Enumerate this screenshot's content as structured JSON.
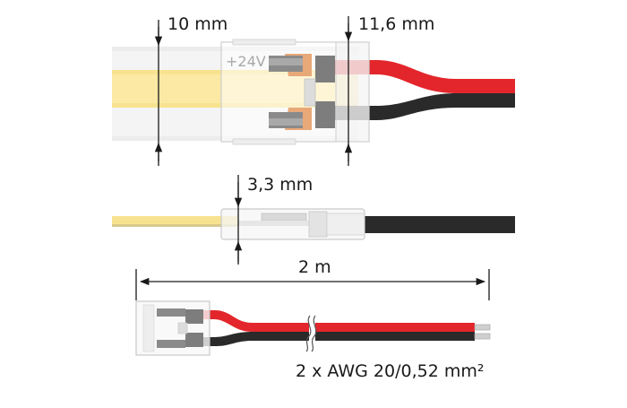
{
  "dimensions": {
    "strip_width": "10 mm",
    "connector_width": "11,6 mm",
    "connector_height": "3,3 mm",
    "cable_length": "2 m"
  },
  "connector": {
    "voltage_marking": "+24V"
  },
  "cable": {
    "spec": "2 x AWG 20/0,52 mm²"
  },
  "colors": {
    "strip_led": "#f7e38f",
    "wire_red": "#e3262b",
    "wire_black": "#2a2a2a",
    "copper_pad": "#e8a878",
    "dimension_line": "#1a1a1a"
  }
}
